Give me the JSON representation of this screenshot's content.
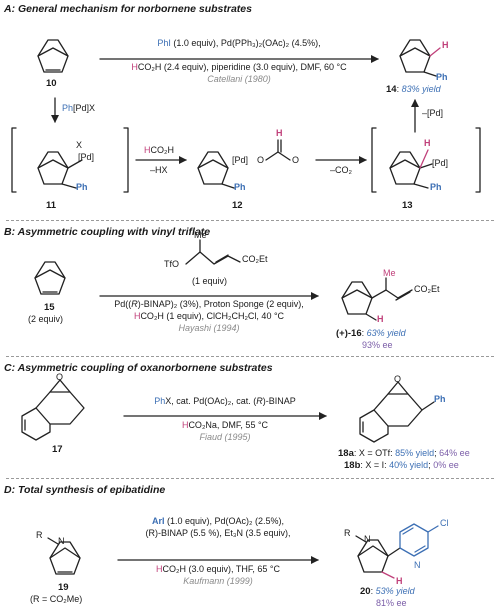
{
  "sections": {
    "A": {
      "title": "A: General mechanism for norbornene substrates",
      "reagent_line1": {
        "pre": "",
        "blue": "PhI",
        "post": " (1.0 equiv), Pd(PPh₃)₂(OAc)₂ (4.5%),"
      },
      "reagent_line2": {
        "pink": "H",
        "post": "CO₂H (2.4 equiv),  piperidine (3.0 equiv), DMF, 60 °C"
      },
      "ref": "Catellani (1980)",
      "start_label": "10",
      "product_label": "14",
      "product_yield": "83% yield",
      "down_arrow": {
        "blue": "Ph",
        "post": "[Pd]X"
      },
      "hco2h_label": {
        "pink": "H",
        "post": "CO₂H"
      },
      "minus_hx": "–HX",
      "minus_co2": "–CO₂",
      "minus_pd": "–[Pd]",
      "int11": "11",
      "int12": "12",
      "int13": "13",
      "X": "X",
      "Pd": "[Pd]",
      "Ph": "Ph",
      "O": "O",
      "H": "H"
    },
    "B": {
      "title": "B: Asymmetric coupling with vinyl triflate",
      "me": "Me",
      "tfo": "TfO",
      "co2et": "CO₂Et",
      "equiv": "(1 equiv)",
      "line1_pre": "Pd((",
      "line1_R": "R",
      "line1_post": ")-BINAP)₂ (3%), Proton Sponge (2 equiv),",
      "line2": {
        "pink": "H",
        "post": "CO₂H (1 equiv), ClCH₂CH₂Cl, 40 °C"
      },
      "ref": "Hayashi (1994)",
      "start_label": "15",
      "start_equiv": "(2 equiv)",
      "product_label": "(+)-16",
      "product_yield": "63% yield",
      "ee": "93% ee",
      "H": "H"
    },
    "C": {
      "title": "C: Asymmetric coupling of oxanorbornene substrates",
      "line1": {
        "blue": "Ph",
        "post": "X, cat. Pd(OAc)₂, cat. (",
        "R": "R",
        "post2": ")-BINAP"
      },
      "line2": {
        "pink": "H",
        "post": "CO₂Na, DMF, 55 °C"
      },
      "ref": "Fiaud (1995)",
      "start_label": "17",
      "O": "O",
      "Ph": "Ph",
      "r18a_label": "18a",
      "r18a_cond": ": X = OTf: ",
      "r18a_yield": "85% yield",
      "r18a_ee": "64% ee",
      "r18b_label": "18b",
      "r18b_cond": ": X = I: ",
      "r18b_yield": "40% yield",
      "r18b_ee": "0% ee"
    },
    "D": {
      "title": "D: Total synthesis of epibatidine",
      "line1": {
        "blue": "ArI",
        "post": " (1.0 equiv), Pd(OAc)₂ (2.5%),"
      },
      "line2": "(R)-BINAP (5.5 %), Et₃N (3.5 equiv),",
      "line3": {
        "pink": "H",
        "post": "CO₂H (3.0 equiv), THF, 65 °C"
      },
      "ref": "Kaufmann (1999)",
      "start_label": "19",
      "start_note": "(R = CO₂Me)",
      "product_label": "20",
      "product_yield": "53% yield",
      "ee": "81% ee",
      "R": "R",
      "N": "N",
      "Cl": "Cl",
      "H": "H"
    }
  },
  "colors": {
    "blue": "#3c6fb4",
    "pink": "#c0407a",
    "purple": "#7b5ea8",
    "ref_gray": "#8a8a8a"
  }
}
